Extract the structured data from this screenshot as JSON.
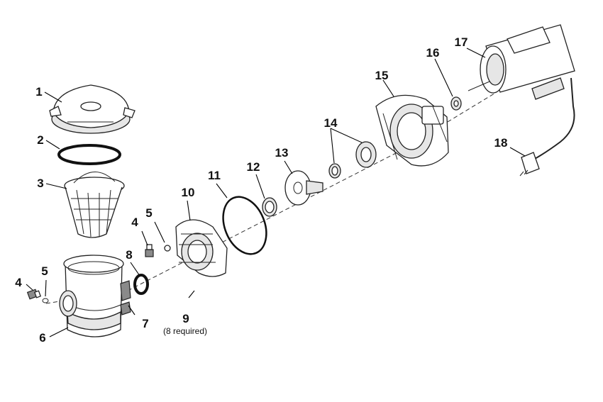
{
  "callouts": [
    {
      "id": "c1",
      "number": "1"
    },
    {
      "id": "c2",
      "number": "2"
    },
    {
      "id": "c3",
      "number": "3"
    },
    {
      "id": "c4a",
      "number": "4"
    },
    {
      "id": "c4b",
      "number": "4"
    },
    {
      "id": "c5a",
      "number": "5"
    },
    {
      "id": "c5b",
      "number": "5"
    },
    {
      "id": "c6",
      "number": "6"
    },
    {
      "id": "c7",
      "number": "7"
    },
    {
      "id": "c8",
      "number": "8"
    },
    {
      "id": "c9",
      "number": "9"
    },
    {
      "id": "c10",
      "number": "10"
    },
    {
      "id": "c11",
      "number": "11"
    },
    {
      "id": "c12",
      "number": "12"
    },
    {
      "id": "c13",
      "number": "13"
    },
    {
      "id": "c14",
      "number": "14"
    },
    {
      "id": "c15",
      "number": "15"
    },
    {
      "id": "c16",
      "number": "16"
    },
    {
      "id": "c17",
      "number": "17"
    },
    {
      "id": "c18",
      "number": "18"
    }
  ],
  "notes": {
    "part9_quantity": "(8 required)"
  }
}
